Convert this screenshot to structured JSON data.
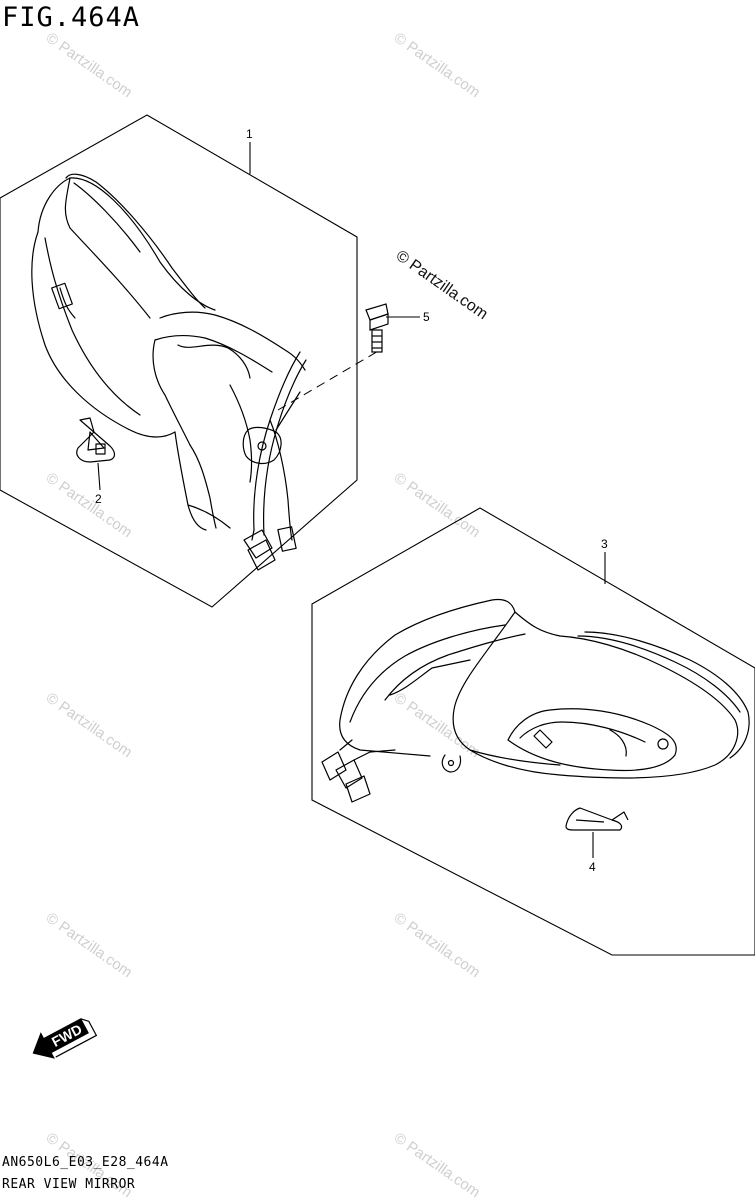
{
  "figure": {
    "title": "FIG.464A",
    "code": "AN650L6_E03_E28_464A",
    "name": "REAR VIEW MIRROR"
  },
  "callouts": [
    {
      "id": "1",
      "label": "1"
    },
    {
      "id": "2",
      "label": "2"
    },
    {
      "id": "3",
      "label": "3"
    },
    {
      "id": "4",
      "label": "4"
    },
    {
      "id": "5",
      "label": "5"
    }
  ],
  "watermark": {
    "text": "© Partzilla.com"
  },
  "direction": {
    "label": "FWD"
  },
  "colors": {
    "line": "#000000",
    "watermark": "#cfcfcf",
    "background": "#ffffff"
  }
}
